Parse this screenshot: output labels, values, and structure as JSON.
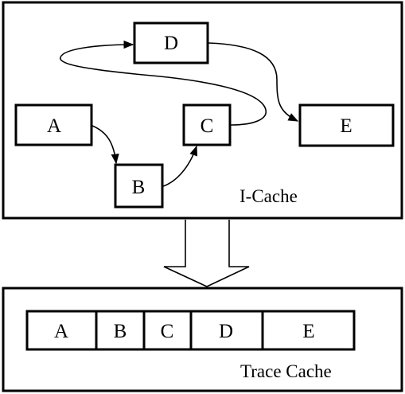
{
  "icache": {
    "label": "I-Cache",
    "blocks": {
      "A": "A",
      "B": "B",
      "C": "C",
      "D": "D",
      "E": "E"
    }
  },
  "trace_cache": {
    "label": "Trace Cache",
    "segments": [
      "A",
      "B",
      "C",
      "D",
      "E"
    ]
  },
  "colors": {
    "stroke": "#000000",
    "background": "#ffffff"
  }
}
